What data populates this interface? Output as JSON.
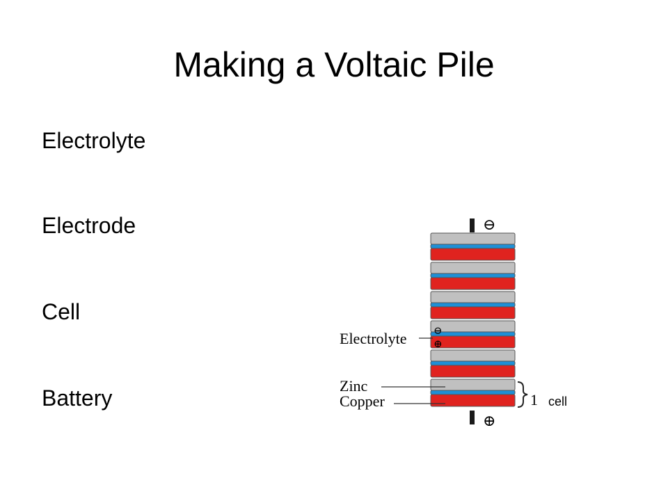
{
  "slide": {
    "title": "Making a Voltaic Pile",
    "terms": [
      "Electrolyte",
      "Electrode",
      "Cell",
      "Battery"
    ],
    "note": "cell"
  },
  "diagram": {
    "labels": {
      "electrolyte": "Electrolyte",
      "zinc": "Zinc",
      "copper": "Copper",
      "count": "1"
    },
    "symbols": {
      "negative": "⊖",
      "positive": "⊕"
    },
    "colors": {
      "zinc": "#c0c0c0",
      "copper": "#e0231f",
      "electrolyte": "#1e90d6",
      "outline": "#555555",
      "terminal": "#1a1a1a"
    }
  }
}
